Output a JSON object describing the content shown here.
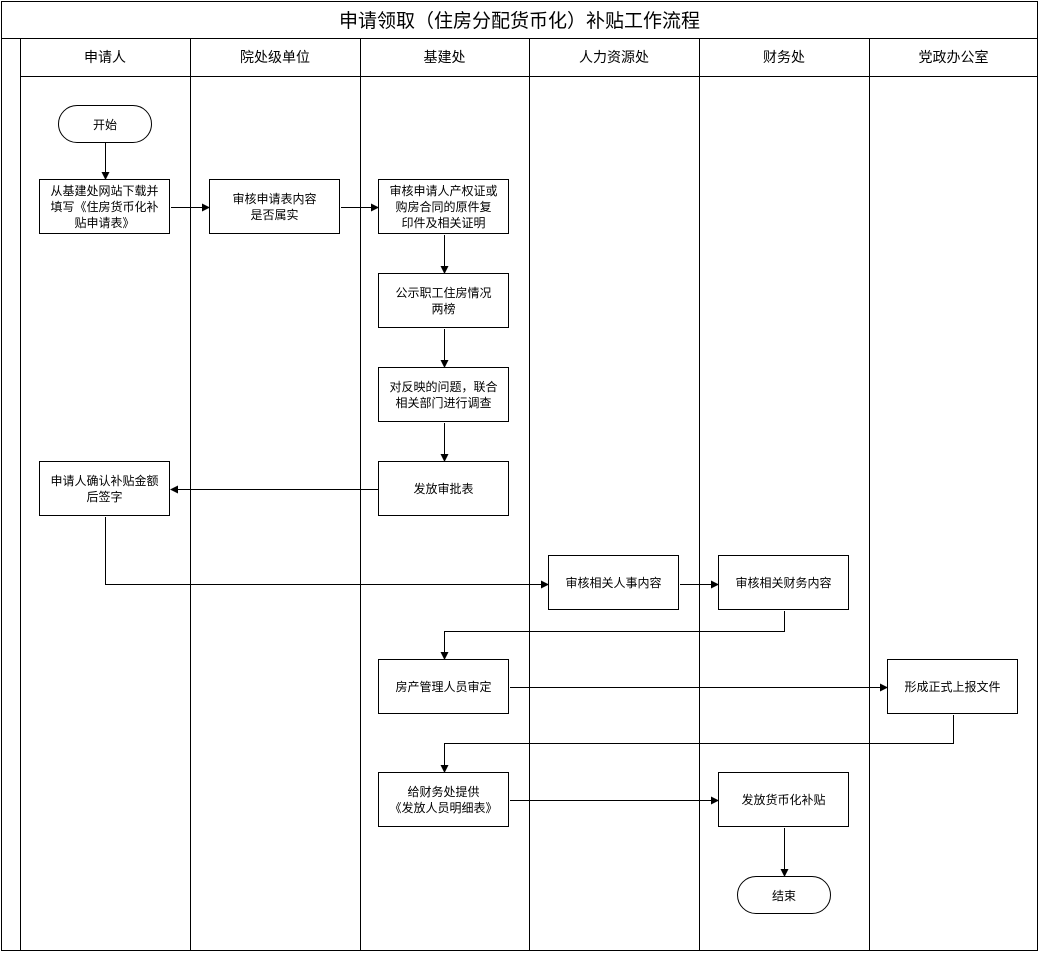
{
  "title": "申请领取（住房分配货币化）补贴工作流程",
  "lanes": [
    "申请人",
    "院处级单位",
    "基建处",
    "人力资源处",
    "财务处",
    "党政办公室"
  ],
  "nodes": {
    "start": "开始",
    "download": "从基建处网站下载并\n填写《住房货币化补\n贴申请表》",
    "verify_form": "审核申请表内容\n是否属实",
    "verify_docs": "审核申请人产权证或\n购房合同的原件复\n印件及相关证明",
    "publicize": "公示职工住房情况\n两榜",
    "investigate": "对反映的问题，联合\n相关部门进行调查",
    "issue_form": "发放审批表",
    "confirm_sign": "申请人确认补贴金额\n后签字",
    "hr_review": "审核相关人事内容",
    "finance_review": "审核相关财务内容",
    "housing_approve": "房产管理人员审定",
    "formal_doc": "形成正式上报文件",
    "provide_list": "给财务处提供\n《发放人员明细表》",
    "pay_subsidy": "发放货币化补贴",
    "end": "结束"
  }
}
